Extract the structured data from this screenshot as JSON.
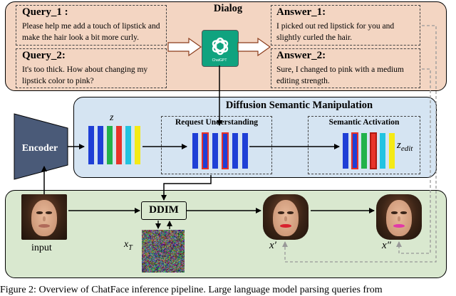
{
  "dialog": {
    "title": "Dialog",
    "query1": {
      "label": "Query_1 :",
      "text": "Please help me add a touch of lipstick and make the hair look a bit more curly."
    },
    "query2": {
      "label": "Query_2:",
      "text": "It's too thick. How about changing my lipstick color to pink?"
    },
    "answer1": {
      "label": "Answer_1:",
      "text": "I picked out red lipstick for you and slightly curled the hair."
    },
    "answer2": {
      "label": "Answer_2:",
      "text": "Sure, I changed to pink with a medium editing strength."
    },
    "chatgpt_label": "ChatGPT"
  },
  "dsm": {
    "title": "Diffusion Semantic Manipulation",
    "request_understanding": "Request Understanding",
    "semantic_activation": "Semantic Activation",
    "z_label": "z",
    "z_edit_label": "z",
    "z_edit_sub": "edit"
  },
  "encoder": {
    "label": "Encoder"
  },
  "bottom": {
    "ddim_label": "DDIM",
    "input_label": "input",
    "xt_label": "x",
    "xt_sub": "T",
    "xprime_label": "x′",
    "xdprime_label": "x″"
  },
  "caption": "Figure 2: Overview of ChatFace inference pipeline. Large language model parsing queries from",
  "colors": {
    "blue": "#1f3fd6",
    "green": "#22b24a",
    "red": "#e8332a",
    "cyan": "#22c3e0",
    "yellow": "#f5ea15",
    "lipstick_red": "#d8212e",
    "lipstick_pink": "#e23aa8",
    "chatgpt_green": "#10a37f"
  },
  "icons": [
    "chatgpt-logo-icon",
    "encoder-trapezoid-icon"
  ]
}
